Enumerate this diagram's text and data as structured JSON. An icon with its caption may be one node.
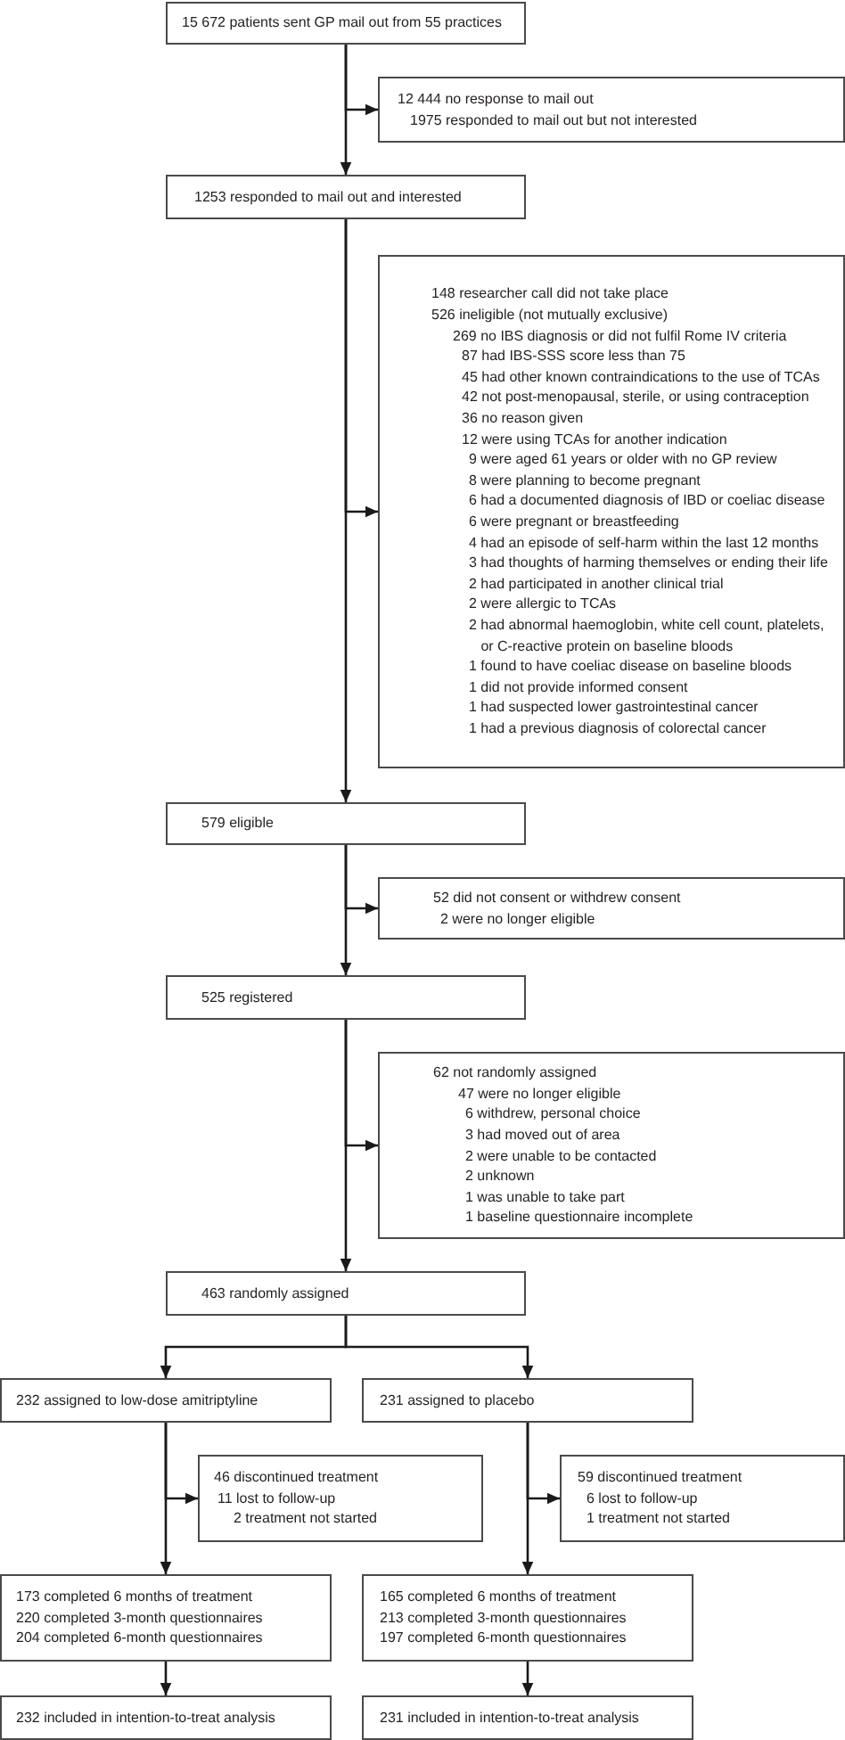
{
  "diagram": {
    "nodes": [
      {
        "text": [
          "15 672 patients sent GP mail out from 55 practices"
        ]
      },
      {
        "text": [
          "12 444 no response to mail out",
          "1975 responded to mail out but not interested"
        ]
      },
      {
        "text": [
          "1253 responded to mail out and interested"
        ]
      },
      {
        "text": [
          "148 researcher call did not take place",
          "526 ineligible (not mutually exclusive)",
          "269 no IBS diagnosis or did not fulfil Rome IV criteria",
          "87 had IBS-SSS score less than 75",
          "45 had other known contraindications to the use of TCAs",
          "42 not post-menopausal, sterile, or using contraception",
          "36 no reason given",
          "12 were using TCAs for another indication",
          "9 were aged 61 years or older with no GP review",
          "8 were planning to become pregnant",
          "6 had a documented diagnosis of IBD or coeliac disease",
          "6 were pregnant or breastfeeding",
          "4 had an episode of self-harm within the last 12 months",
          "3 had thoughts of harming themselves or ending their life",
          "2 had participated in another clinical trial",
          "2 were allergic to TCAs",
          "2 had abnormal haemoglobin, white cell count, platelets, or C-reactive protein on baseline bloods",
          "1 found to have coeliac disease on baseline bloods",
          "1 did not provide informed consent",
          "1 had suspected lower gastrointestinal cancer",
          "1 had a previous diagnosis of colorectal cancer"
        ]
      },
      {
        "text": [
          "579 eligible"
        ]
      },
      {
        "text": [
          "52 did not consent or withdrew consent",
          "2 were no longer eligible"
        ]
      },
      {
        "text": [
          "525 registered"
        ]
      },
      {
        "text": [
          "62 not randomly assigned",
          "47 were no longer eligible",
          "6 withdrew, personal choice",
          "3 had moved out of area",
          "2 were unable to be contacted",
          "2 unknown",
          "1 was unable to take part",
          "1 baseline questionnaire incomplete"
        ]
      },
      {
        "text": [
          "463 randomly assigned"
        ]
      },
      {
        "text": [
          "232 assigned to low-dose amitriptyline"
        ]
      },
      {
        "text": [
          "231 assigned to placebo"
        ]
      },
      {
        "text": [
          "46 discontinued treatment",
          "11 lost to follow-up",
          "2 treatment not started"
        ]
      },
      {
        "text": [
          "59 discontinued treatment",
          "6 lost to follow-up",
          "1 treatment not started"
        ]
      },
      {
        "text": [
          "173 completed 6 months of treatment",
          "220 completed 3-month questionnaires",
          "204 completed 6-month questionnaires"
        ]
      },
      {
        "text": [
          "165 completed 6 months of treatment",
          "213 completed 3-month questionnaires",
          "197 completed 6-month questionnaires"
        ]
      },
      {
        "text": [
          "232 included in intention-to-treat analysis"
        ]
      },
      {
        "text": [
          "231 included in intention-to-treat analysis"
        ]
      }
    ],
    "edges": [
      {
        "from": 0,
        "to": 2,
        "arrow": "to"
      },
      {
        "from": 0,
        "to": 1,
        "arrow": "to"
      },
      {
        "from": 2,
        "to": 4,
        "arrow": "to"
      },
      {
        "from": 2,
        "to": 3,
        "arrow": "to"
      },
      {
        "from": 4,
        "to": 6,
        "arrow": "to"
      },
      {
        "from": 4,
        "to": 5,
        "arrow": "to"
      },
      {
        "from": 6,
        "to": 8,
        "arrow": "to"
      },
      {
        "from": 6,
        "to": 7,
        "arrow": "to"
      },
      {
        "from": 8,
        "to": 9,
        "arrow": "to"
      },
      {
        "from": 8,
        "to": 10,
        "arrow": "to"
      },
      {
        "from": 9,
        "to": 13,
        "arrow": "to"
      },
      {
        "from": 9,
        "to": 11,
        "arrow": "to"
      },
      {
        "from": 10,
        "to": 14,
        "arrow": "to"
      },
      {
        "from": 10,
        "to": 12,
        "arrow": "to"
      },
      {
        "from": 13,
        "to": 15,
        "arrow": "to"
      },
      {
        "from": 14,
        "to": 16,
        "arrow": "to"
      }
    ]
  }
}
